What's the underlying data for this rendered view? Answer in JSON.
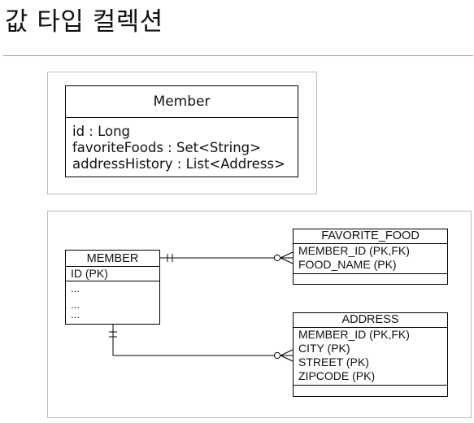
{
  "page": {
    "title": "값 타입 컬렉션"
  },
  "class_diagram": {
    "name": "Member",
    "attributes": [
      "id : Long",
      "favoriteFoods : Set<String>",
      "addressHistory : List<Address>"
    ]
  },
  "erd": {
    "member": {
      "name": "MEMBER",
      "pk": "ID (PK)",
      "rows": [
        "...",
        "...",
        "..."
      ]
    },
    "favorite_food": {
      "name": "FAVORITE_FOOD",
      "attributes": [
        "MEMBER_ID (PK,FK)",
        "FOOD_NAME (PK)"
      ]
    },
    "address": {
      "name": "ADDRESS",
      "attributes": [
        "MEMBER_ID (PK,FK)",
        "CITY (PK)",
        "STREET (PK)",
        "ZIPCODE (PK)"
      ]
    }
  }
}
